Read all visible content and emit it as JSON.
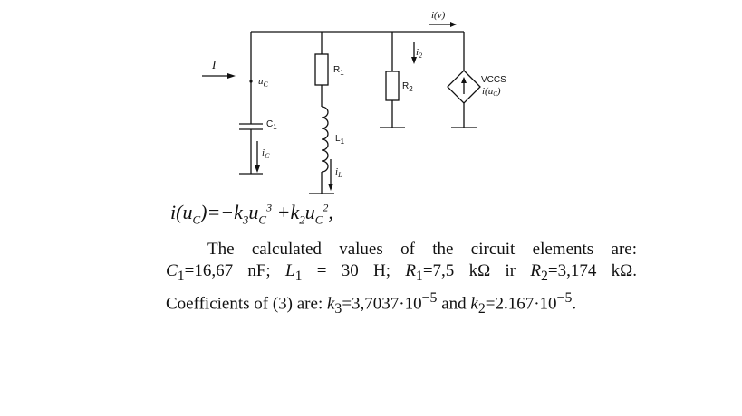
{
  "diagram": {
    "labels": {
      "current_I": "I",
      "voltage_uc": "u",
      "voltage_uc_sub": "C",
      "capacitor": "C",
      "capacitor_sub": "1",
      "current_ic": "i",
      "current_ic_sub": "C",
      "resistor1": "R",
      "resistor1_sub": "1",
      "inductor": "L",
      "inductor_sub": "1",
      "current_iL": "i",
      "current_iL_sub": "L",
      "resistor2": "R",
      "resistor2_sub": "2",
      "current_i2": "i",
      "current_i2_sub": "2",
      "source_name": "VCCS",
      "source_value": "i(u",
      "source_value_sub": "C",
      "source_value_end": ")",
      "top_current": "i(v)"
    }
  },
  "equation": {
    "lhs": "i",
    "lhs_arg": "u",
    "lhs_arg_sub": "C",
    "eq": "=−",
    "k3": "k",
    "k3_sub": "3",
    "u1": "u",
    "u1_sub": "C",
    "u1_exp": "3",
    "plus": "+",
    "k2": "k",
    "k2_sub": "2",
    "u2": "u",
    "u2_sub": "C",
    "u2_exp": "2",
    "tail": ","
  },
  "text": {
    "line1": "The calculated values of the circuit elements are:",
    "c1_sym": "C",
    "c1_sub": "1",
    "c1_val": "=16,67 nF;",
    "l1_sym": "L",
    "l1_sub": "1",
    "l1_val": "= 30 H;",
    "r1_sym": "R",
    "r1_sub": "1",
    "r1_val": "=7,5 kΩ ir",
    "r2_sym": "R",
    "r2_sub": "2",
    "r2_val": "=3,174 kΩ.",
    "line3_a": "Coefficients of (3) are:",
    "k3_sym": "k",
    "k3_sub": "3",
    "k3_val": "=3,7037·10",
    "k3_exp": "−5",
    "and": "and",
    "k2_sym": "k",
    "k2_sub": "2",
    "k2_val": "=2.167·10",
    "k2_exp": "−5",
    "end": "."
  }
}
